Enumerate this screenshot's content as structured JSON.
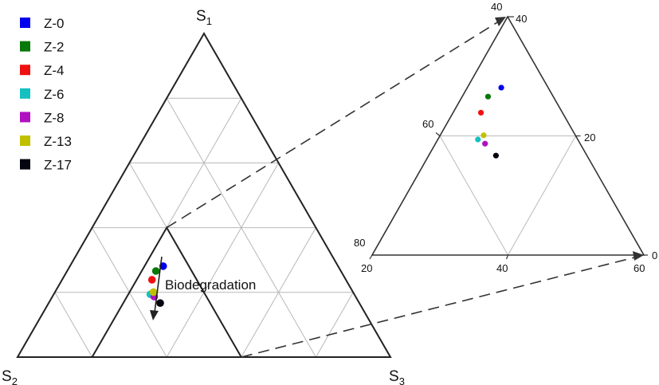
{
  "chart_data": {
    "type": "scatter",
    "subtype": "ternary",
    "title": "",
    "axes": {
      "vertices": [
        "S1",
        "S2",
        "S3"
      ],
      "grid_step_percent": 20,
      "grid": true
    },
    "vertex_labels": [
      {
        "base": "S",
        "sub": "1"
      },
      {
        "base": "S",
        "sub": "2"
      },
      {
        "base": "S",
        "sub": "3"
      }
    ],
    "legend": {
      "position": "top-left",
      "entries": [
        {
          "label": "Z-0",
          "color": "#0000ee"
        },
        {
          "label": "Z-2",
          "color": "#087808"
        },
        {
          "label": "Z-4",
          "color": "#ee1111"
        },
        {
          "label": "Z-6",
          "color": "#16c0c0"
        },
        {
          "label": "Z-8",
          "color": "#b010c0"
        },
        {
          "label": "Z-13",
          "color": "#c0c000"
        },
        {
          "label": "Z-17",
          "color": "#050510"
        }
      ]
    },
    "series": [
      {
        "name": "Z-0",
        "S1": 28.1,
        "S2": 46.9,
        "S3": 25.0
      },
      {
        "name": "Z-2",
        "S1": 26.6,
        "S2": 49.6,
        "S3": 23.8
      },
      {
        "name": "Z-4",
        "S1": 23.9,
        "S2": 52.0,
        "S3": 24.1
      },
      {
        "name": "Z-6",
        "S1": 19.4,
        "S2": 54.7,
        "S3": 25.9
      },
      {
        "name": "Z-8",
        "S1": 18.7,
        "S2": 54.0,
        "S3": 27.3
      },
      {
        "name": "Z-13",
        "S1": 20.1,
        "S2": 53.5,
        "S3": 26.4
      },
      {
        "name": "Z-17",
        "S1": 16.7,
        "S2": 53.4,
        "S3": 29.9
      }
    ],
    "annotation": {
      "text": "Biodegradation",
      "arrow": "downward trend from Z-0 to Z-17"
    },
    "zoom_inset": {
      "region": {
        "apex": {
          "S1": 40,
          "S2": 40,
          "S3": 20
        },
        "left": {
          "S1": 0,
          "S2": 80,
          "S3": 20
        },
        "right": {
          "S1": 0,
          "S2": 40,
          "S3": 60
        }
      },
      "tick_labels": {
        "apex_top": "40",
        "apex_right": "40",
        "left_mid": "60",
        "right_mid": "20",
        "left_corner_top": "80",
        "left_corner_bottom": "20",
        "bottom_mid": "40",
        "right_corner_right": "0",
        "right_corner_bottom": "60"
      }
    }
  }
}
